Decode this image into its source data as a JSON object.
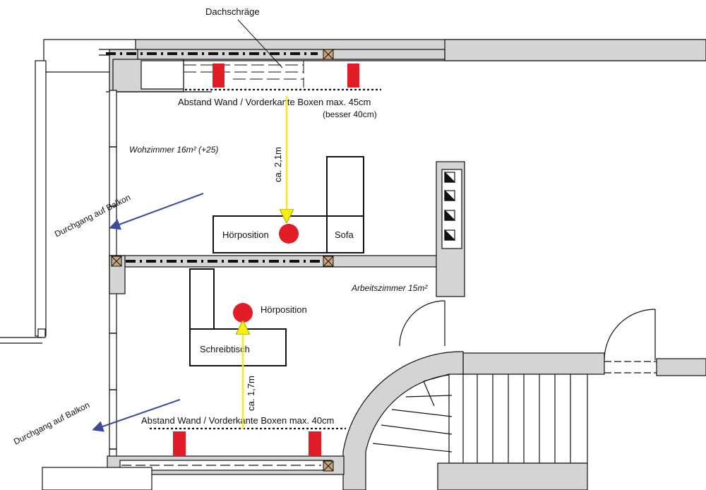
{
  "labels": {
    "roof_slope": "Dachschräge",
    "top_distance": "Abstand Wand / Vorderkante Boxen max. 45cm",
    "top_distance_note": "(besser 40cm)",
    "living_room": "Wohzimmer 16m² (+25)",
    "distance_upper": "ca. 2,1m",
    "balcony_upper": "Durchgang auf Balkon",
    "listening_upper": "Hörposition",
    "sofa": "Sofa",
    "study": "Arbeitszimmer 15m²",
    "listening_lower": "Hörposition",
    "desk": "Schreibtisch",
    "distance_lower": "ca. 1,7m",
    "bottom_distance": "Abstand Wand / Vorderkante Boxen max. 40cm",
    "balcony_lower": "Durchgang auf Balkon"
  },
  "colors": {
    "wall_fill": "#d4d4d4",
    "speaker": "#e11d28",
    "listening_point": "#e11d28",
    "measure_arrow": "#f4ee12",
    "balcony_arrow": "#3b4a9a",
    "line": "#111111"
  }
}
